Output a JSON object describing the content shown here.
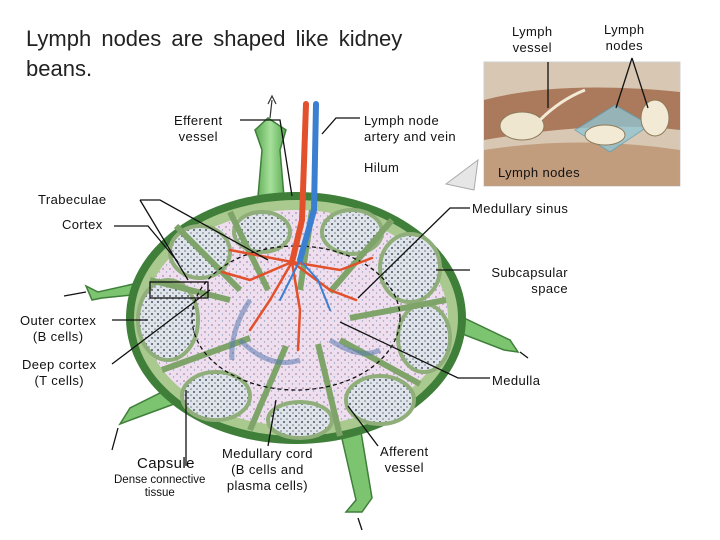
{
  "title": "Lymph nodes are shaped like kidney beans.",
  "labels": {
    "lymph_vessel_top": "Lymph\nvessel",
    "lymph_nodes_top": "Lymph\nnodes",
    "efferent_vessel": "Efferent\nvessel",
    "artery_vein": "Lymph node\nartery and vein",
    "hilum": "Hilum",
    "lymph_nodes_photo": "Lymph nodes",
    "trabeculae": "Trabeculae",
    "medullary_sinus": "Medullary sinus",
    "cortex": "Cortex",
    "subcapsular_space": "Subcapsular\nspace",
    "outer_cortex": "Outer cortex\n(B cells)",
    "deep_cortex": "Deep cortex\n(T cells)",
    "medulla": "Medulla",
    "capsule": "Capsule",
    "capsule_sub": "Dense connective\ntissue",
    "medullary_cord": "Medullary cord\n(B cells and\nplasma cells)",
    "afferent_vessel": "Afferent\nvessel"
  },
  "colors": {
    "capsule": "#3f7f3a",
    "trabeculae": "#a9c98f",
    "cortex_fill": "#ead9ea",
    "follicle": "#c8d1dc",
    "artery": "#e2502c",
    "vein": "#3b7fd0",
    "vessel_green": "#7cc470"
  }
}
